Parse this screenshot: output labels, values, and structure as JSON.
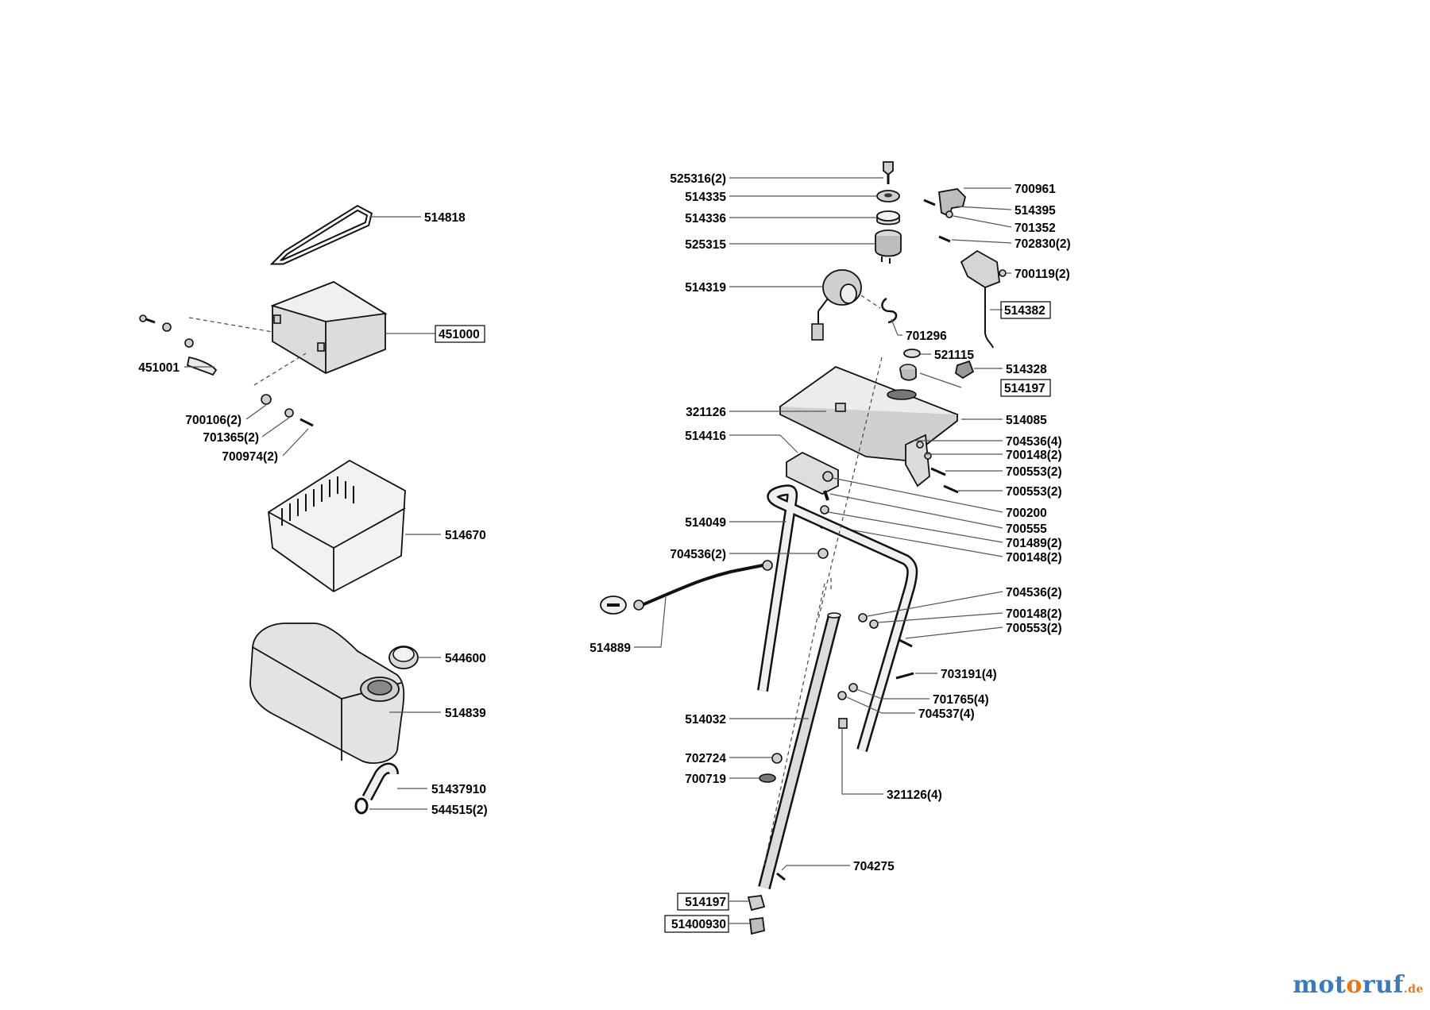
{
  "labels": {
    "l_514818": "514818",
    "l_451000": "451000",
    "l_451001": "451001",
    "l_700106": "700106(2)",
    "l_701365": "701365(2)",
    "l_700974": "700974(2)",
    "l_514670": "514670",
    "l_544600": "544600",
    "l_514839": "514839",
    "l_51437910": "51437910",
    "l_544515": "544515(2)",
    "l_525316": "525316(2)",
    "l_514335": "514335",
    "l_514336": "514336",
    "l_525315": "525315",
    "l_514319": "514319",
    "l_701296": "701296",
    "l_700961": "700961",
    "l_514395": "514395",
    "l_701352": "701352",
    "l_702830": "702830(2)",
    "l_700119": "700119(2)",
    "l_514382": "514382",
    "l_521115": "521115",
    "l_514328": "514328",
    "l_514197a": "514197",
    "l_321126": "321126",
    "l_514416": "514416",
    "l_514085": "514085",
    "l_704536_4": "704536(4)",
    "l_700148_a": "700148(2)",
    "l_700553_a": "700553(2)",
    "l_700553_b": "700553(2)",
    "l_700200": "700200",
    "l_700555": "700555",
    "l_514049": "514049",
    "l_701489": "701489(2)",
    "l_700148_b": "700148(2)",
    "l_704536_a": "704536(2)",
    "l_704536_b": "704536(2)",
    "l_700148_c": "700148(2)",
    "l_700553_c": "700553(2)",
    "l_514889": "514889",
    "l_703191": "703191(4)",
    "l_701765": "701765(4)",
    "l_704537": "704537(4)",
    "l_514032": "514032",
    "l_702724": "702724",
    "l_700719": "700719",
    "l_321126_4": "321126(4)",
    "l_704275": "704275",
    "l_514197b": "514197",
    "l_51400930": "51400930"
  },
  "watermark": {
    "part1": "mot",
    "part2": "o",
    "part3": "ruf",
    "tld": ".de"
  }
}
